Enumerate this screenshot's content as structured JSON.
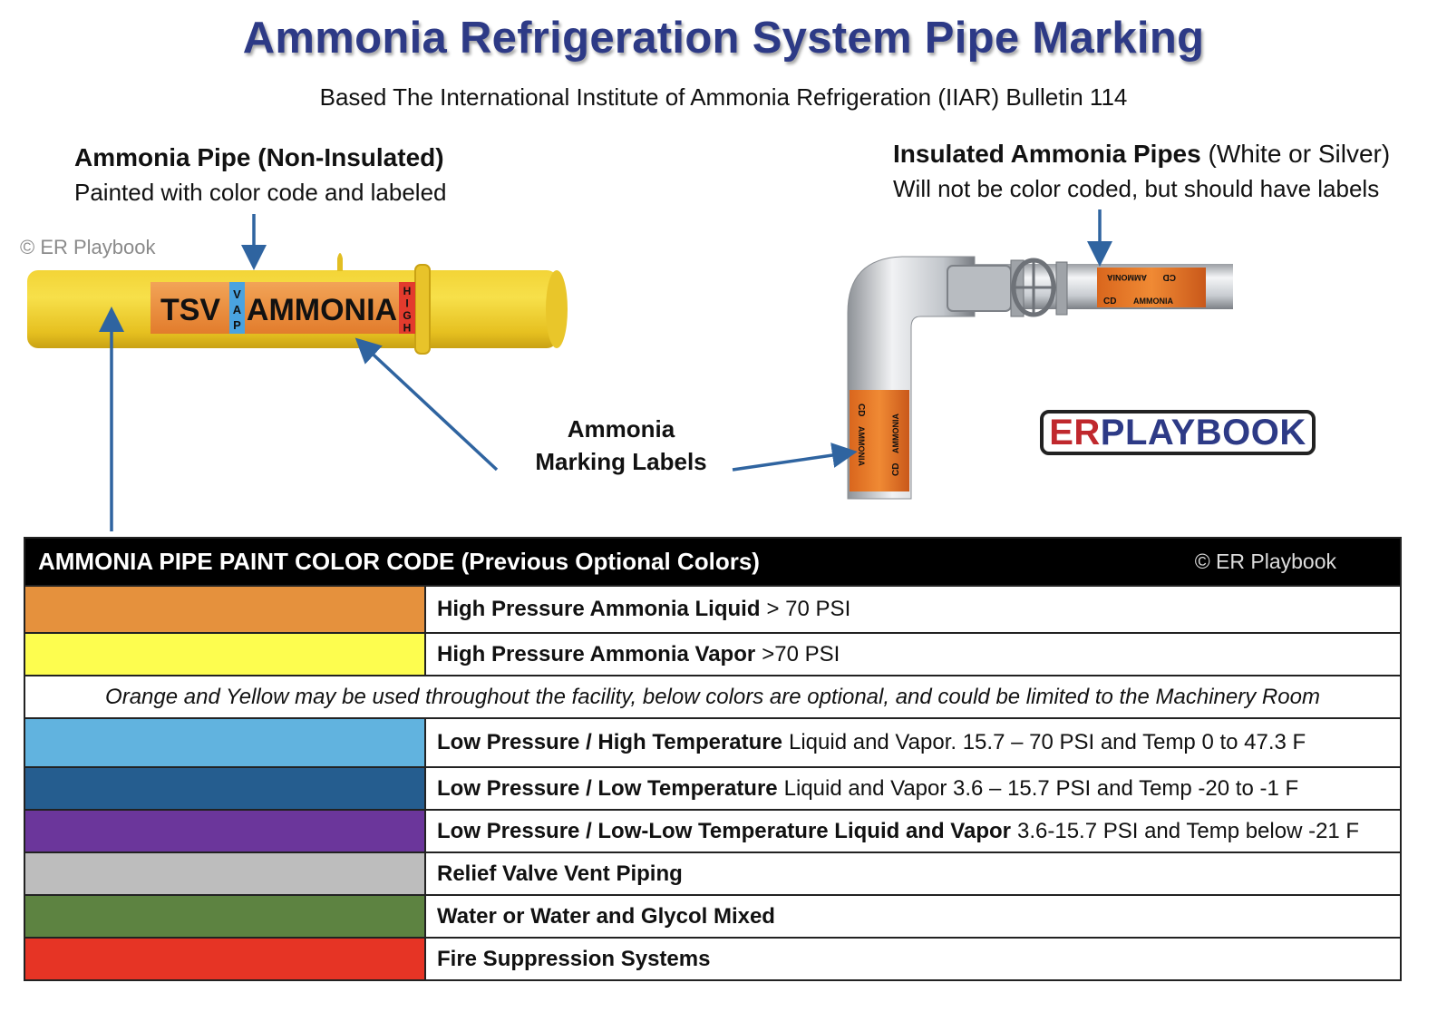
{
  "title": "Ammonia Refrigeration System Pipe Marking",
  "subtitle": "Based The International Institute of Ammonia Refrigeration (IIAR) Bulletin 114",
  "left_label": {
    "heading": "Ammonia Pipe (Non-Insulated)",
    "subtext": "Painted with color code and labeled"
  },
  "right_label": {
    "heading_bold": "Insulated Ammonia Pipes",
    "heading_normal": "(White or Silver)",
    "subtext": "Will not be color coded, but should have labels"
  },
  "copyright": "© ER Playbook",
  "marking_labels": {
    "line1": "Ammonia",
    "line2": "Marking Labels"
  },
  "pipe_label": {
    "code": "TSV",
    "state": "VAP",
    "name": "AMMONIA",
    "pressure": "HIGH"
  },
  "insulated_label": {
    "code": "CD",
    "name": "AMMONIA"
  },
  "brand": {
    "er": "ER",
    "rest": "PLAYBOOK"
  },
  "table": {
    "header": "AMMONIA PIPE PAINT COLOR CODE (Previous Optional Colors)",
    "copyright": "© ER Playbook",
    "rows": [
      {
        "color": "#e5913d",
        "bold": "High Pressure Ammonia Liquid",
        "text": "> 70 PSI"
      },
      {
        "color": "#fdfd4f",
        "bold": "High Pressure Ammonia Vapor",
        "text": ">70 PSI"
      }
    ],
    "note": "Orange and Yellow may be used throughout the facility, below colors are optional, and could be limited to the Machinery Room",
    "rows2": [
      {
        "color": "#61b3df",
        "bold": "Low Pressure / High Temperature",
        "text": " Liquid and Vapor.  15.7 – 70 PSI and Temp 0 to 47.3 F"
      },
      {
        "color": "#255d8f",
        "bold": "Low Pressure / Low Temperature",
        "text": "Liquid and Vapor 3.6 – 15.7 PSI and Temp  -20 to -1 F"
      },
      {
        "color": "#6b369b",
        "bold": "Low Pressure / Low-Low Temperature Liquid and Vapor",
        "text": "3.6-15.7 PSI and Temp below -21 F"
      },
      {
        "color": "#bdbdbd",
        "bold": "Relief Valve Vent Piping",
        "text": ""
      },
      {
        "color": "#5d8341",
        "bold": "Water or Water and Glycol Mixed",
        "text": ""
      },
      {
        "color": "#e63425",
        "bold": "Fire Suppression Systems",
        "text": ""
      }
    ]
  },
  "colors": {
    "title": "#2d3a86",
    "arrow": "#2f64a0"
  }
}
